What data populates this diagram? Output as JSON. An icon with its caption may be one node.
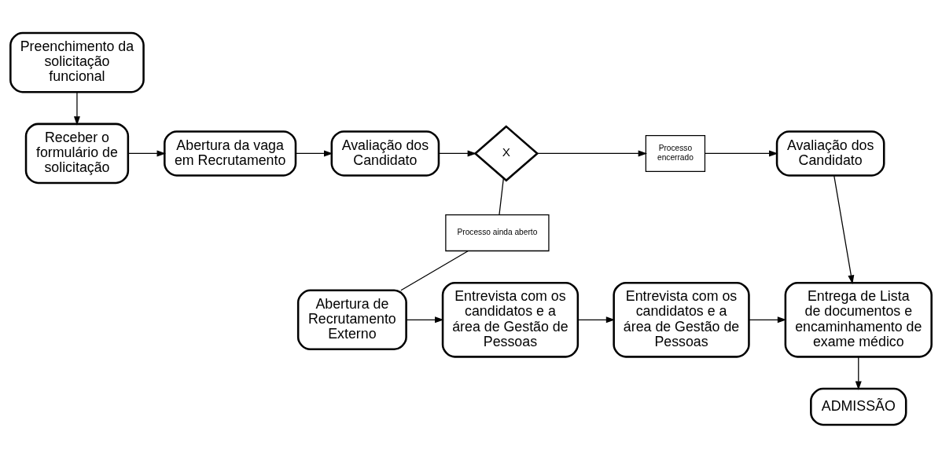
{
  "diagram": {
    "nodes": [
      {
        "text": [
          "Preenchimento da solicitação funcional"
        ]
      },
      {
        "text": [
          "Receber o formulário de solicitação"
        ]
      },
      {
        "text": [
          "Abertura da vaga em Recrutamento"
        ]
      },
      {
        "text": [
          "Avaliação dos Candidato"
        ]
      },
      {
        "text": [
          "X"
        ]
      },
      {
        "text": [
          "Processo encerrado"
        ]
      },
      {
        "text": [
          "Avaliação dos Candidato"
        ]
      },
      {
        "text": [
          "Processo ainda aberto"
        ]
      },
      {
        "text": [
          "Abertura de Recrutamento Externo"
        ]
      },
      {
        "text": [
          "Entrevista com os candidatos e a área de Gestão de Pessoas"
        ]
      },
      {
        "text": [
          "Entrevista com os candidatos e a área de Gestão de Pessoas"
        ]
      },
      {
        "text": [
          "Entrega de Lista de documentos e encaminhamento de exame médico"
        ]
      },
      {
        "text": [
          "ADMISSÃO"
        ]
      }
    ],
    "edges": [
      {
        "from": 0,
        "to": 1,
        "arrow": "to"
      },
      {
        "from": 1,
        "to": 2,
        "arrow": "to"
      },
      {
        "from": 2,
        "to": 3,
        "arrow": "to"
      },
      {
        "from": 3,
        "to": 4,
        "arrow": "to"
      },
      {
        "from": 4,
        "to": 5,
        "arrow": "to"
      },
      {
        "from": 5,
        "to": 6,
        "arrow": "to"
      },
      {
        "from": 6,
        "to": 11,
        "arrow": "to"
      },
      {
        "from": 4,
        "to": 7,
        "arrow": "none"
      },
      {
        "from": 7,
        "to": 8,
        "arrow": "none"
      },
      {
        "from": 8,
        "to": 9,
        "arrow": "to"
      },
      {
        "from": 9,
        "to": 10,
        "arrow": "to"
      },
      {
        "from": 10,
        "to": 11,
        "arrow": "to"
      },
      {
        "from": 11,
        "to": 12,
        "arrow": "to"
      }
    ]
  }
}
